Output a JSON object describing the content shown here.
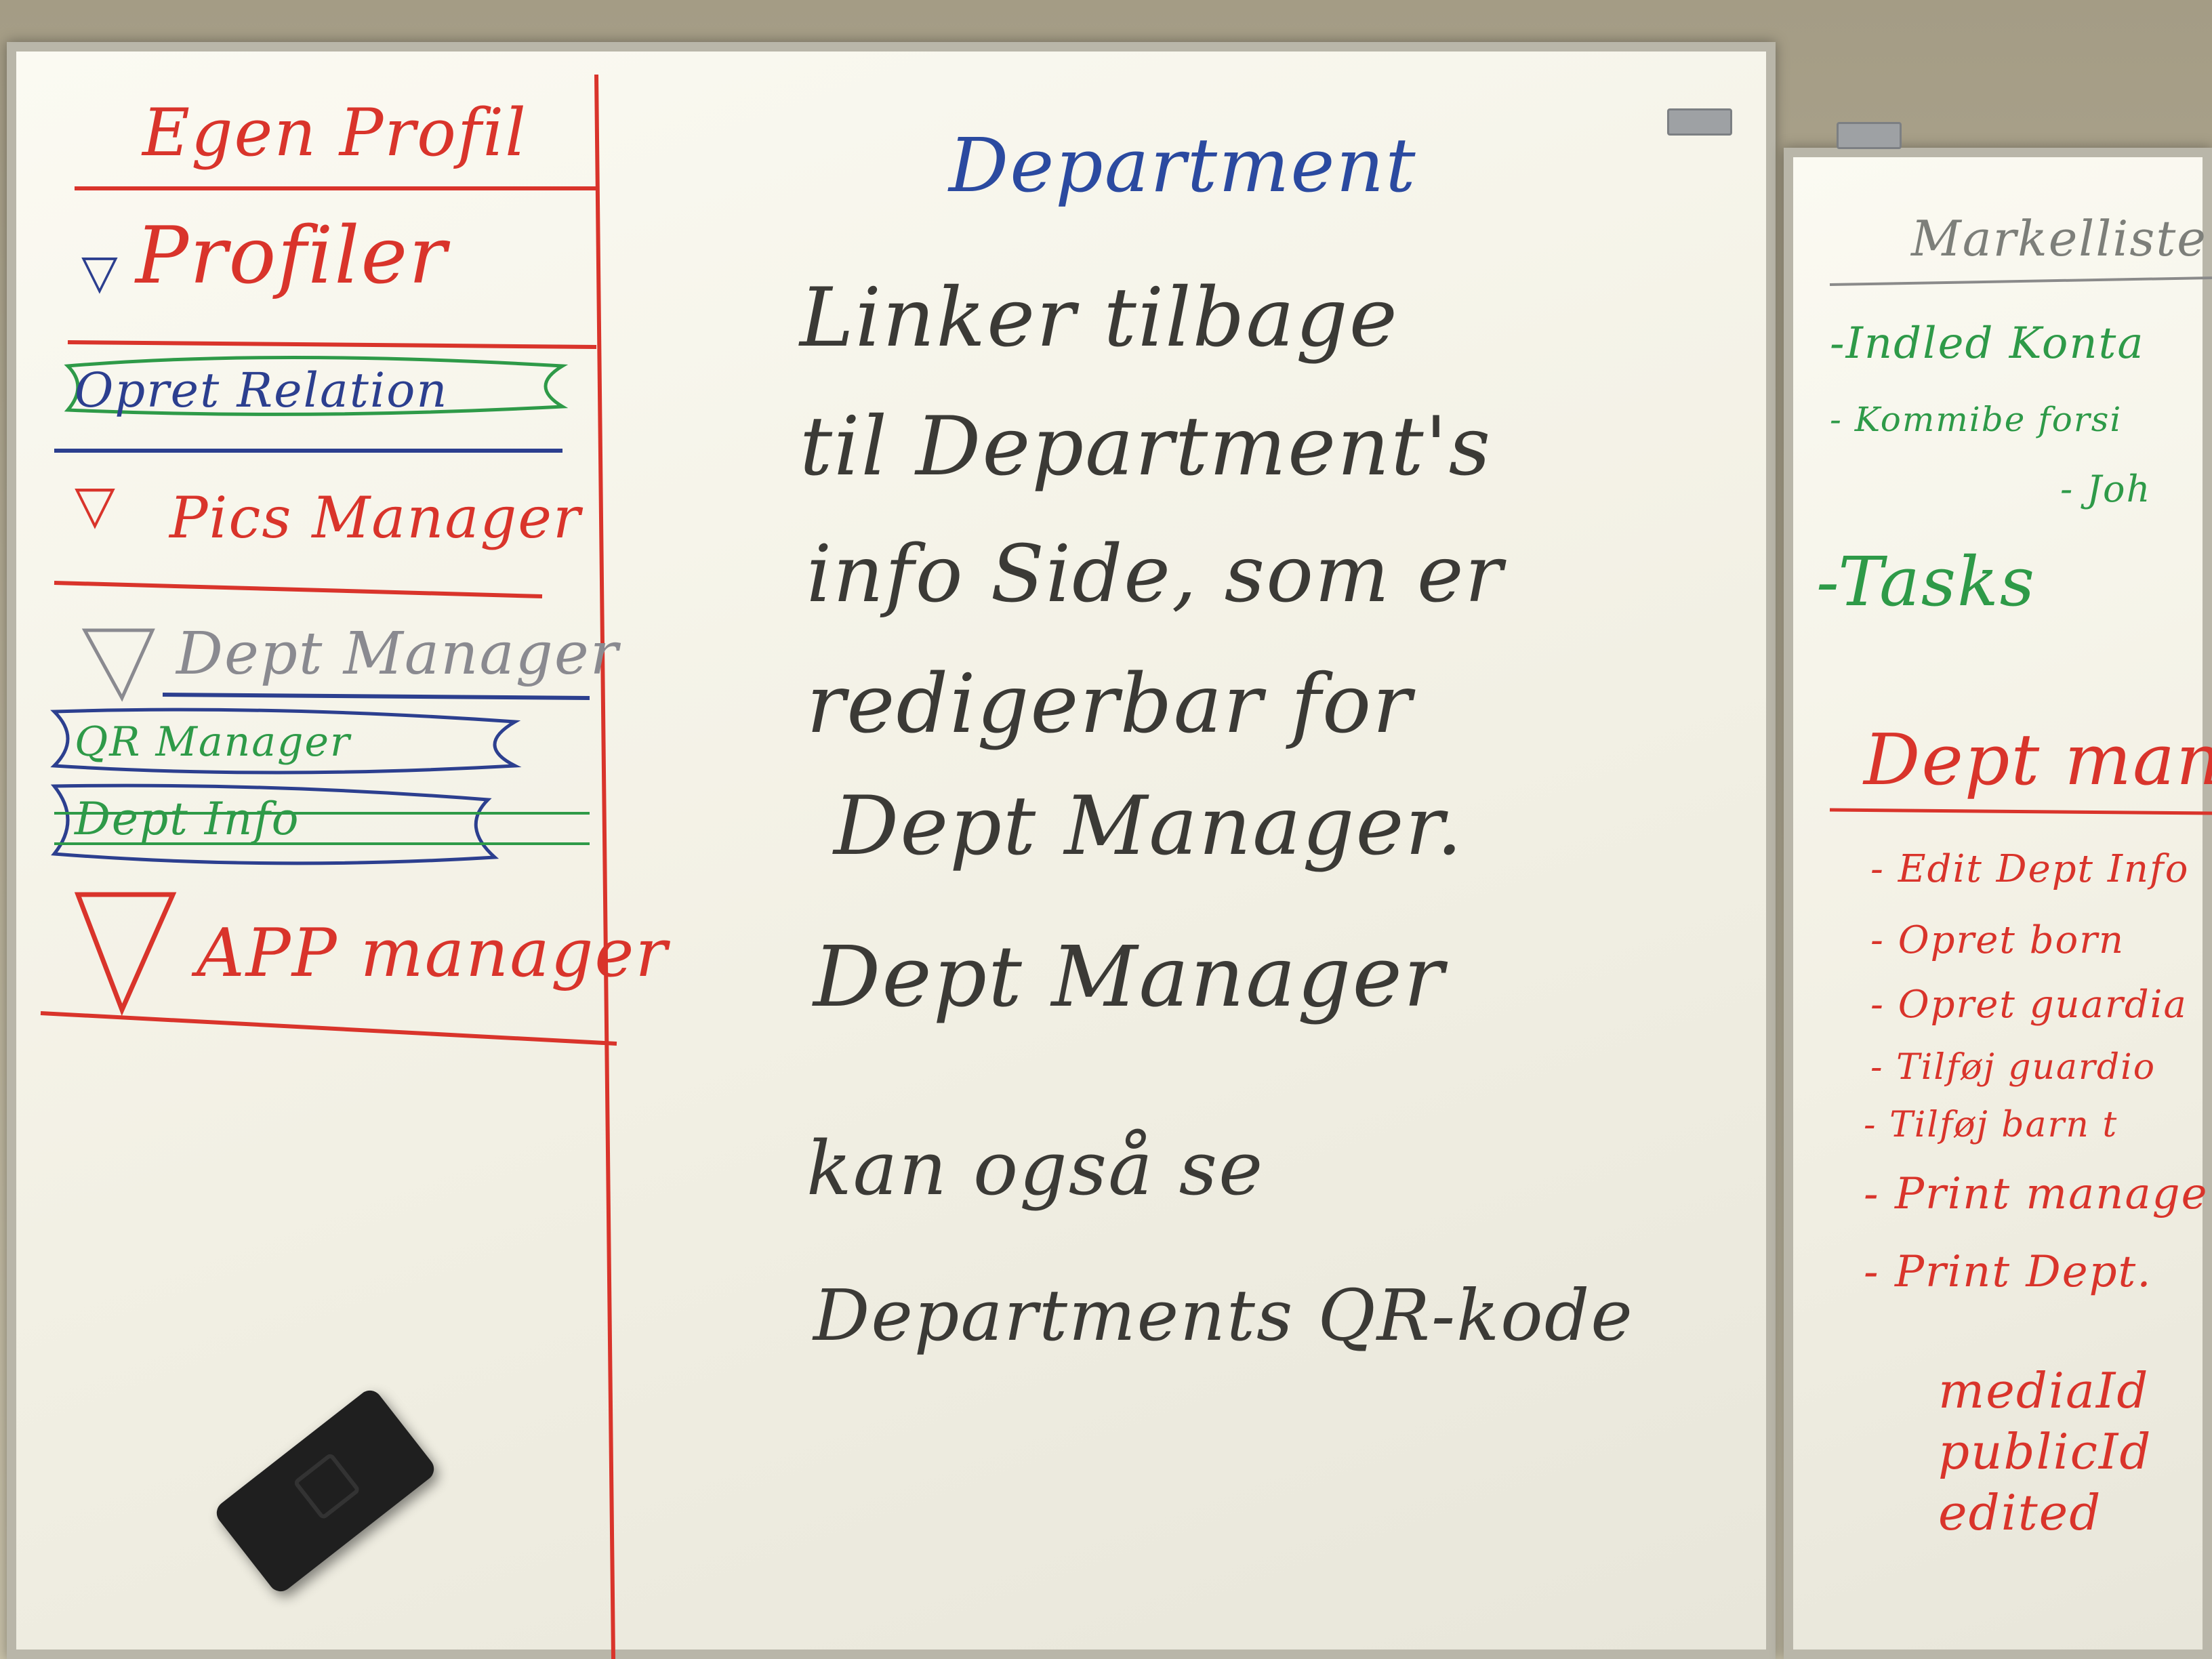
{
  "sidebar": {
    "egen_profil": "Egen Profil",
    "profiler": "Profiler",
    "opret_relation": "Opret Relation",
    "pics_manager": "Pics Manager",
    "dept_manager": "Dept Manager",
    "qr_manager": "QR Manager",
    "dept_info": "Dept Info",
    "app_manager": "APP manager",
    "triangle_glyph": "▽"
  },
  "main": {
    "title": "Department",
    "lines": [
      "Linker tilbage",
      "til Department's",
      "info Side, som er",
      "redigerbar for",
      "Dept Manager.",
      "Dept Manager",
      "kan også se",
      "Departments QR-kode"
    ]
  },
  "right_board": {
    "title": "Markelliste",
    "items_green": [
      "-Indled Konta",
      "- Kommibe forsi",
      "- Joh"
    ],
    "tasks": "-Tasks",
    "dept_heading": "Dept mana",
    "items_red": [
      "- Edit Dept Info",
      "- Opret born",
      "- Opret guardia",
      "- Tilføj guardio",
      "- Tilføj barn t",
      "- Print manage",
      "- Print Dept."
    ],
    "fields": [
      "mediaId",
      "publicId",
      "edited"
    ]
  },
  "colors": {
    "red_marker": "#d9342b",
    "green_marker": "#2e9a48",
    "blue_marker": "#2c3f8f",
    "black_marker": "#3b3a36"
  }
}
